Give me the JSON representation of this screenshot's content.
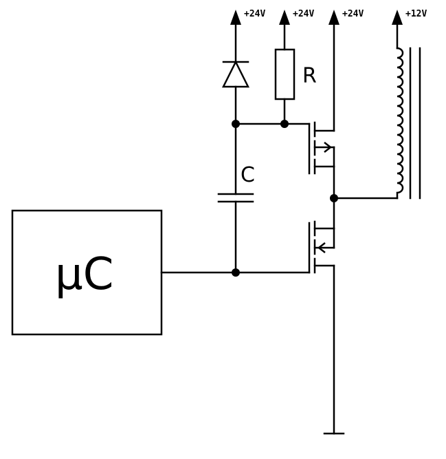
{
  "rails": {
    "diode_supply": "+24V",
    "resistor_supply": "+24V",
    "high_fet_supply": "+24V",
    "coil_supply": "+12V"
  },
  "labels": {
    "resistor": "R",
    "capacitor": "C",
    "microcontroller": "μC"
  },
  "colors": {
    "ink": "#000000",
    "background": "#ffffff"
  }
}
